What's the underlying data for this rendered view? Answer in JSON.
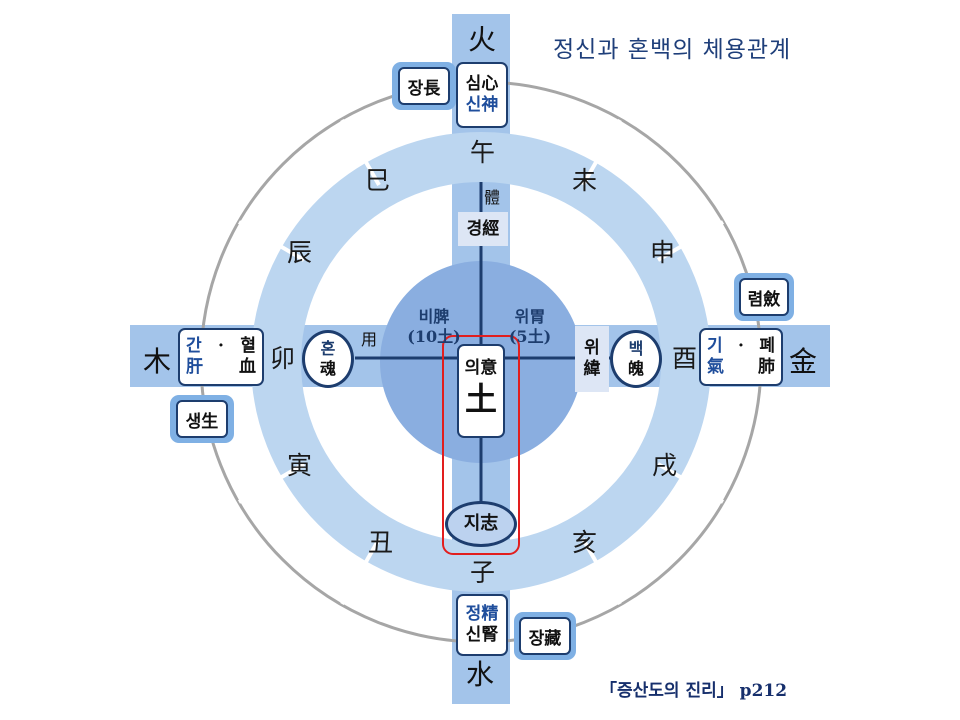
{
  "title": "정신과 혼백의 체용관계",
  "citation": "「증산도의 진리」 p212",
  "elements": {
    "fire": "火",
    "water": "水",
    "wood": "木",
    "metal": "金",
    "earth": "土"
  },
  "branches": {
    "wu": "午",
    "wei": "未",
    "shen": "申",
    "you": "酉",
    "xu": "戌",
    "hai": "亥",
    "zi": "子",
    "chou": "丑",
    "yin": "寅",
    "mao": "卯",
    "chen": "辰",
    "si": "巳"
  },
  "fire_box": {
    "line1_a": "심",
    "line1_b": "心",
    "line2_a": "신",
    "line2_b": "神"
  },
  "water_box": {
    "line1_a": "정",
    "line1_b": "精",
    "line2_a": "신",
    "line2_b": "腎"
  },
  "wood_box": {
    "tl": "간",
    "dot": "·",
    "tr": "혈",
    "bl": "肝",
    "br": "血"
  },
  "metal_box": {
    "tl": "기",
    "dot": "·",
    "tr": "폐",
    "bl": "氣",
    "br": "肺"
  },
  "tags": {
    "jang": "장長",
    "saeng": "생生",
    "ryeom": "렴斂",
    "jang_hide": "장藏"
  },
  "labels": {
    "che": "體",
    "yong": "用"
  },
  "gyeong": "경經",
  "wi_weft_a": "위",
  "wi_weft_b": "緯",
  "hon": {
    "a": "혼",
    "b": "魂"
  },
  "baek": {
    "a": "백",
    "b": "魄"
  },
  "center": {
    "bi": "비脾",
    "bi_sub": "(10土)",
    "wi": "위胃",
    "wi_sub": "(5土)",
    "ui": "의意",
    "to": "土"
  },
  "ji": "지志"
}
